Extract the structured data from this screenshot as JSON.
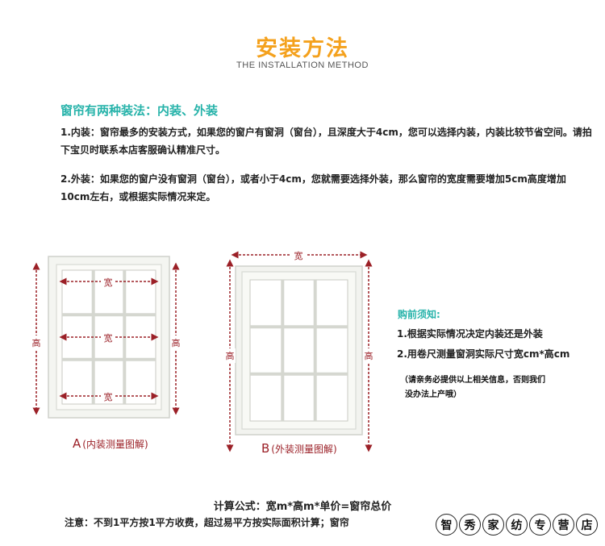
{
  "header": {
    "title": "安装方法",
    "subtitle": "THE INSTALLATION METHOD"
  },
  "intro": {
    "heading": "窗帘有两种装法：内装、外装",
    "para1": "1.内装：窗帘最多的安装方式，如果您的窗户有窗洞（窗台），且深度大于4cm，您可以选择内装，内装比较节省空间。请拍下宝贝时联系本店客服确认精准尺寸。",
    "para2": "2.外装：如果您的窗户没有窗洞（窗台），或者小于4cm，您就需要选择外装，那么窗帘的宽度需要增加5cm高度增加10cm左右，或根据实际情况来定。"
  },
  "diagram_a": {
    "width_label": "宽",
    "height_label": "高",
    "caption_letter": "A",
    "caption_text": "(内装测量图解)"
  },
  "diagram_b": {
    "width_label": "宽",
    "height_label": "高",
    "caption_letter": "B",
    "caption_text": "(外装测量图解)"
  },
  "notice": {
    "heading": "购前须知:",
    "item1": "1.根据实际情况决定内装还是外装",
    "item2": "2.用卷尺测量窗洞实际尺寸宽cm*高cm",
    "warn_line1": "（请亲务必提供以上相关信息，否则我们",
    "warn_line2": "没办法上产哦）"
  },
  "footer": {
    "formula": "计算公式：宽m*高m*单价=窗帘总价",
    "note": "注意：不到1平方按1平方收费，超过易平方按实际面积计算；窗帘",
    "store_chars": [
      "智",
      "秀",
      "家",
      "纺",
      "专",
      "营",
      "店"
    ]
  },
  "colors": {
    "title": "#f4a11d",
    "accent": "#27b3aa",
    "measure": "#9b2027"
  }
}
